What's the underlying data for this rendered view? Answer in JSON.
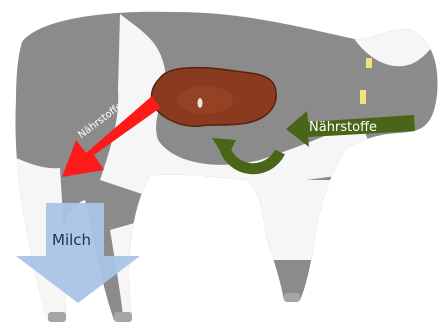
{
  "labels": {
    "red_arrow": "Nährstoffe",
    "green_arrow": "Nährstoffe",
    "milk_arrow": "Milch"
  },
  "colors": {
    "red_arrow": "#ff1a1a",
    "green_arrow": "#4a6418",
    "milk_arrow": "#a9c4e8",
    "liver": "#8a3a1e",
    "cow_black": "#4a4a4a",
    "cow_white": "#f1f1f1"
  },
  "icons": [
    "cow-illustration",
    "liver-organ-icon",
    "curved-arrow-icon"
  ]
}
